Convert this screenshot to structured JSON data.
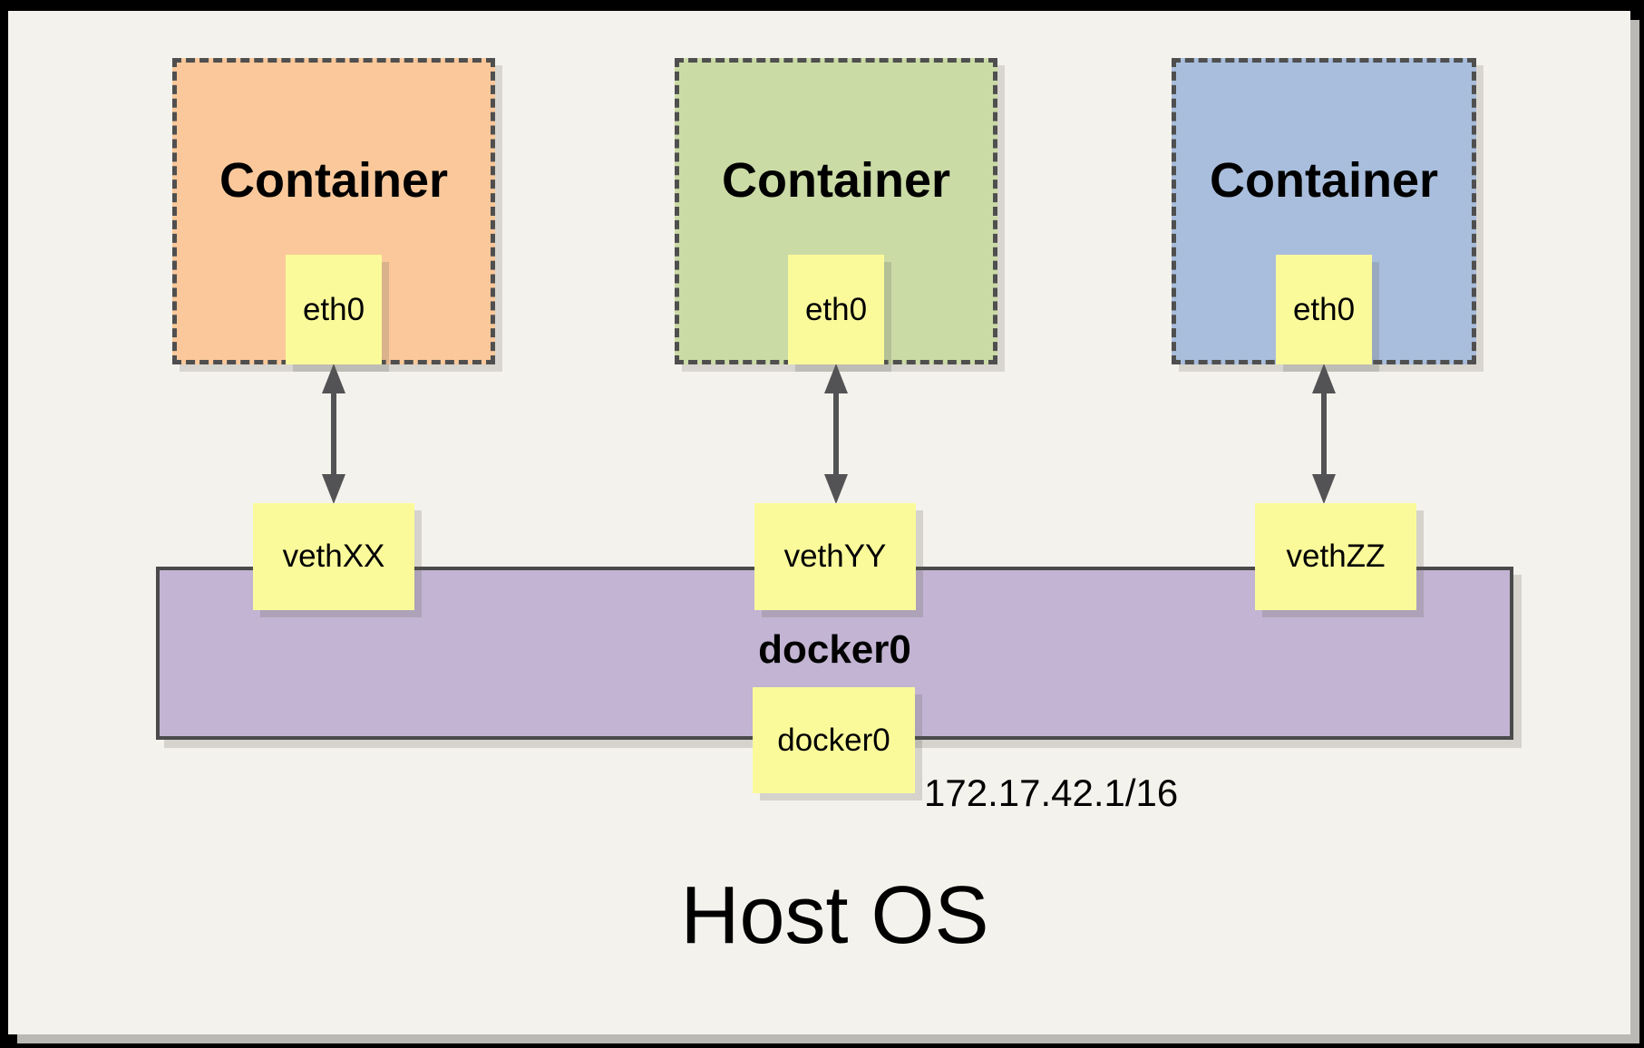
{
  "host": {
    "label": "Host OS"
  },
  "bridge": {
    "label": "docker0",
    "interface": "docker0",
    "subnet": "172.17.42.1/16",
    "fill": "#C2B4D2"
  },
  "containers": [
    {
      "label": "Container",
      "interface": "eth0",
      "veth": "vethXX",
      "fill": "#FAC89A"
    },
    {
      "label": "Container",
      "interface": "eth0",
      "veth": "vethYY",
      "fill": "#CBDBA6"
    },
    {
      "label": "Container",
      "interface": "eth0",
      "veth": "vethZZ",
      "fill": "#A9BEDD"
    }
  ],
  "colors": {
    "frame": "#000000",
    "panel_background": "#F4F2EC",
    "note_fill": "#FBFA9B",
    "dashed_border": "#4F4F4F",
    "bar_border": "#4A4A4A",
    "arrow": "#535355"
  }
}
